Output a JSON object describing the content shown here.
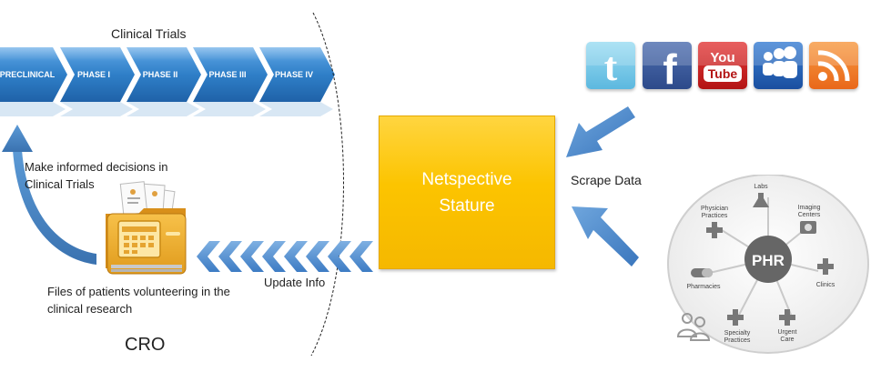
{
  "clinical_trials": {
    "title": "Clinical Trials",
    "phases": [
      "PRECLINICAL",
      "PHASE I",
      "PHASE II",
      "PHASE III",
      "PHASE IV"
    ]
  },
  "cro": {
    "decisions_text": "Make informed decisions in Clinical Trials",
    "files_caption": "Files of patients volunteering in the clinical research",
    "label": "CRO"
  },
  "update_info": "Update Info",
  "center_box": {
    "label": "Netspective Stature"
  },
  "scrape_data": "Scrape Data",
  "social_icons": [
    {
      "name": "twitter",
      "glyph": "t",
      "color": "#7ecbe8"
    },
    {
      "name": "facebook",
      "glyph": "f",
      "color": "#3b5998"
    },
    {
      "name": "youtube",
      "glyph": "You Tube",
      "color": "#cc1f1f"
    },
    {
      "name": "myspace",
      "glyph": "myspace",
      "color": "#1d5fb5"
    },
    {
      "name": "rss",
      "glyph": "rss",
      "color": "#f47a20"
    }
  ],
  "phr": {
    "center": "PHR",
    "nodes": [
      "Labs",
      "Imaging Centers",
      "Clinics",
      "Urgent Care",
      "Specialty Practices",
      "Pharmacies",
      "Physician Practices"
    ]
  },
  "colors": {
    "chevron_blue": "#2f7fc8",
    "arrow_blue": "#4f8ed0",
    "stature_yellow": "#fcc400",
    "phr_hub": "#666666"
  }
}
